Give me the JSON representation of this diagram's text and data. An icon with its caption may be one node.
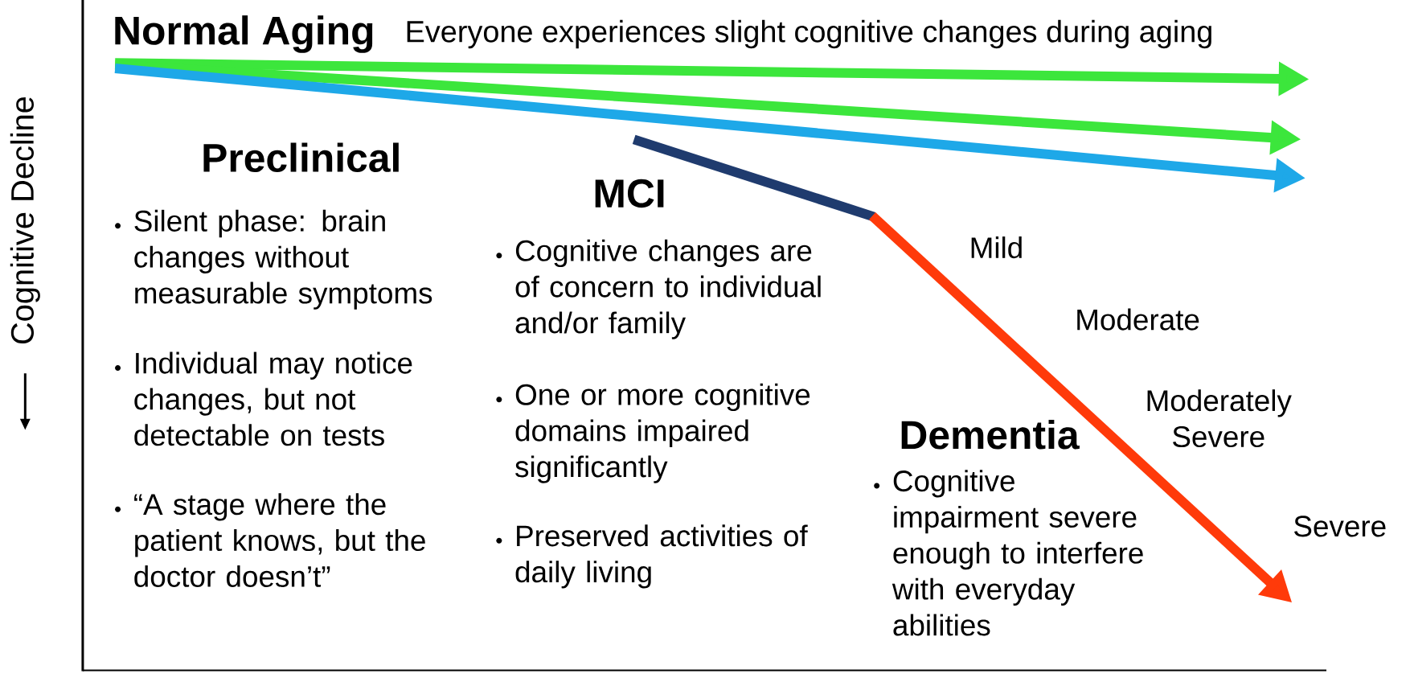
{
  "diagram": {
    "labels": [
      "Normal Aging",
      "Everyone experiences slight cognitive changes during aging",
      "Cognitive Decline",
      "Preclinical",
      "Silent phase: brain changes without measurable symptoms",
      "Individual may notice changes, but not detectable on tests",
      "“A stage where the patient knows, but the doctor doesn’t”",
      "MCI",
      "Cognitive changes are of concern to individual and/or family",
      "One or more cognitive domains impaired significantly",
      "Preserved activities of daily living",
      "Mild",
      "Moderate",
      "Moderately Severe",
      "Severe",
      "Dementia",
      "Cognitive impairment severe enough to interfere with everyday abilities"
    ]
  }
}
